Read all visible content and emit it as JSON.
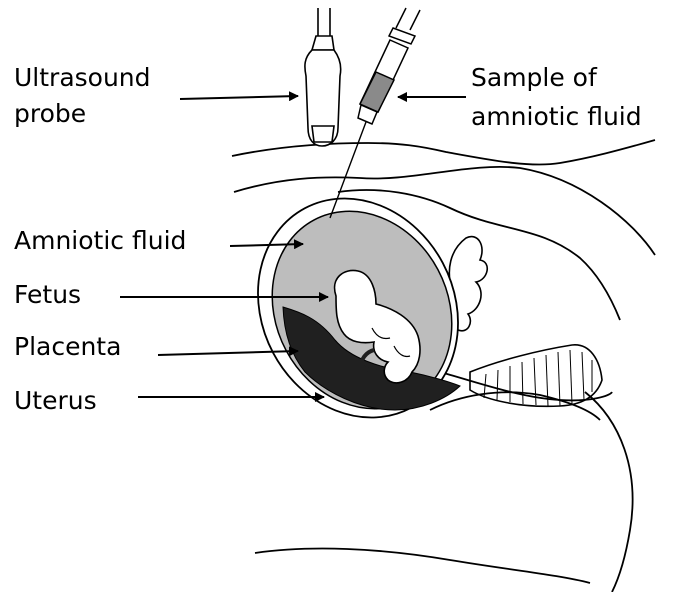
{
  "labels": {
    "ultrasound_probe": [
      "Ultrasound",
      "probe"
    ],
    "sample": [
      "Sample of",
      "amniotic fluid"
    ],
    "amniotic_fluid": "Amniotic fluid",
    "fetus": "Fetus",
    "placenta": "Placenta",
    "uterus": "Uterus"
  },
  "colors": {
    "line": "#000000",
    "amniotic_fluid": "#bdbdbd",
    "placenta": "#202020",
    "background": "#ffffff"
  }
}
